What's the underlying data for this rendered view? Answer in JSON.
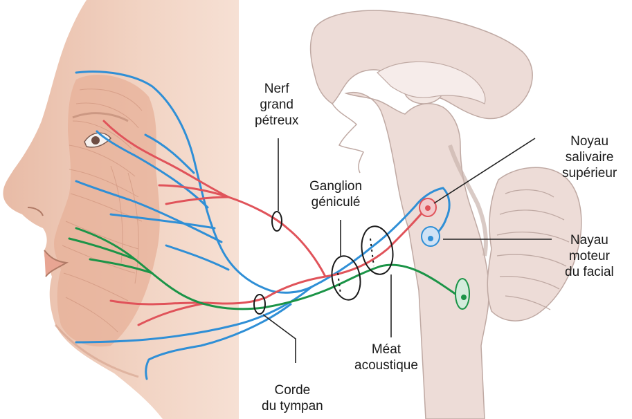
{
  "colors": {
    "skin": "#f0d2c2",
    "skin_shadow": "#dca993",
    "muscle": "#e9b39c",
    "muscle_line": "#c98c75",
    "brain": "#eddcd7",
    "brain_dark": "#d8c3bd",
    "brain_outline": "#bfa9a3",
    "sensory": "#e0535a",
    "motor": "#2f8fd6",
    "parasympathetic": "#1b9447",
    "leader": "#222222"
  },
  "labels": {
    "nerf_grand_petreux": [
      "Nerf",
      "grand",
      "pétreux"
    ],
    "ganglion_genicule": [
      "Ganglion",
      "géniculé"
    ],
    "noyau_salivaire": [
      "Noyau",
      "salivaire",
      "supérieur"
    ],
    "nayau_moteur": [
      "Nayau",
      "moteur",
      "du facial"
    ],
    "meat_acoustique": [
      "Méat",
      "acoustique"
    ],
    "corde_du_tympan": [
      "Corde",
      "du tympan"
    ]
  }
}
